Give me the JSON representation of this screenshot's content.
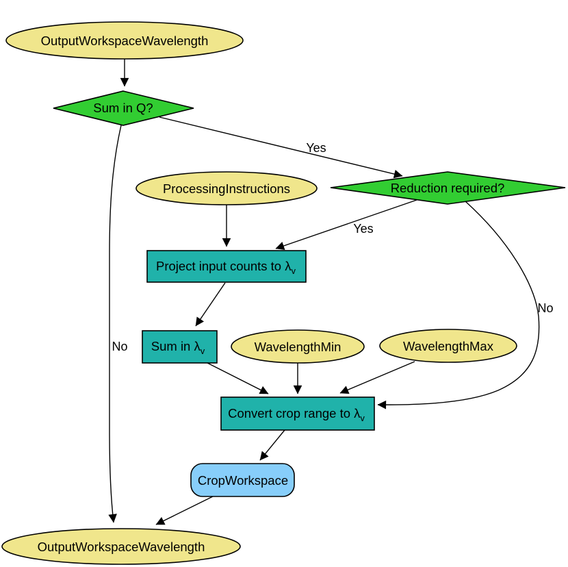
{
  "diagram": {
    "type": "flowchart",
    "background": "#ffffff",
    "colors": {
      "parameter_fill": "#f0e68c",
      "decision_fill": "#32cd32",
      "process_fill": "#20b2aa",
      "algorithm_fill": "#87cefa",
      "stroke": "#000000",
      "text": "#000000"
    },
    "nodes": {
      "output_workspace_wavelength_top": {
        "label": "OutputWorkspaceWavelength",
        "shape": "ellipse",
        "role": "parameter"
      },
      "sum_in_q": {
        "label": "Sum in Q?",
        "shape": "diamond",
        "role": "decision"
      },
      "reduction_required": {
        "label": "Reduction required?",
        "shape": "diamond",
        "role": "decision"
      },
      "processing_instructions": {
        "label": "ProcessingInstructions",
        "shape": "ellipse",
        "role": "parameter"
      },
      "project_input_counts": {
        "label": "Project input counts to λ",
        "subscript": "v",
        "shape": "rect",
        "role": "process"
      },
      "sum_in_lambda": {
        "label": "Sum in λ",
        "subscript": "v",
        "shape": "rect",
        "role": "process"
      },
      "wavelength_min": {
        "label": "WavelengthMin",
        "shape": "ellipse",
        "role": "parameter"
      },
      "wavelength_max": {
        "label": "WavelengthMax",
        "shape": "ellipse",
        "role": "parameter"
      },
      "convert_crop_range": {
        "label": "Convert crop range to λ",
        "subscript": "v",
        "shape": "rect",
        "role": "process"
      },
      "crop_workspace": {
        "label": "CropWorkspace",
        "shape": "rounded-rect",
        "role": "algorithm"
      },
      "output_workspace_wavelength_bottom": {
        "label": "OutputWorkspaceWavelength",
        "shape": "ellipse",
        "role": "parameter"
      }
    },
    "edge_labels": {
      "sum_in_q_to_reduction_required": "Yes",
      "sum_in_q_to_output": "No",
      "reduction_required_to_project": "Yes",
      "reduction_required_to_convert": "No"
    }
  }
}
